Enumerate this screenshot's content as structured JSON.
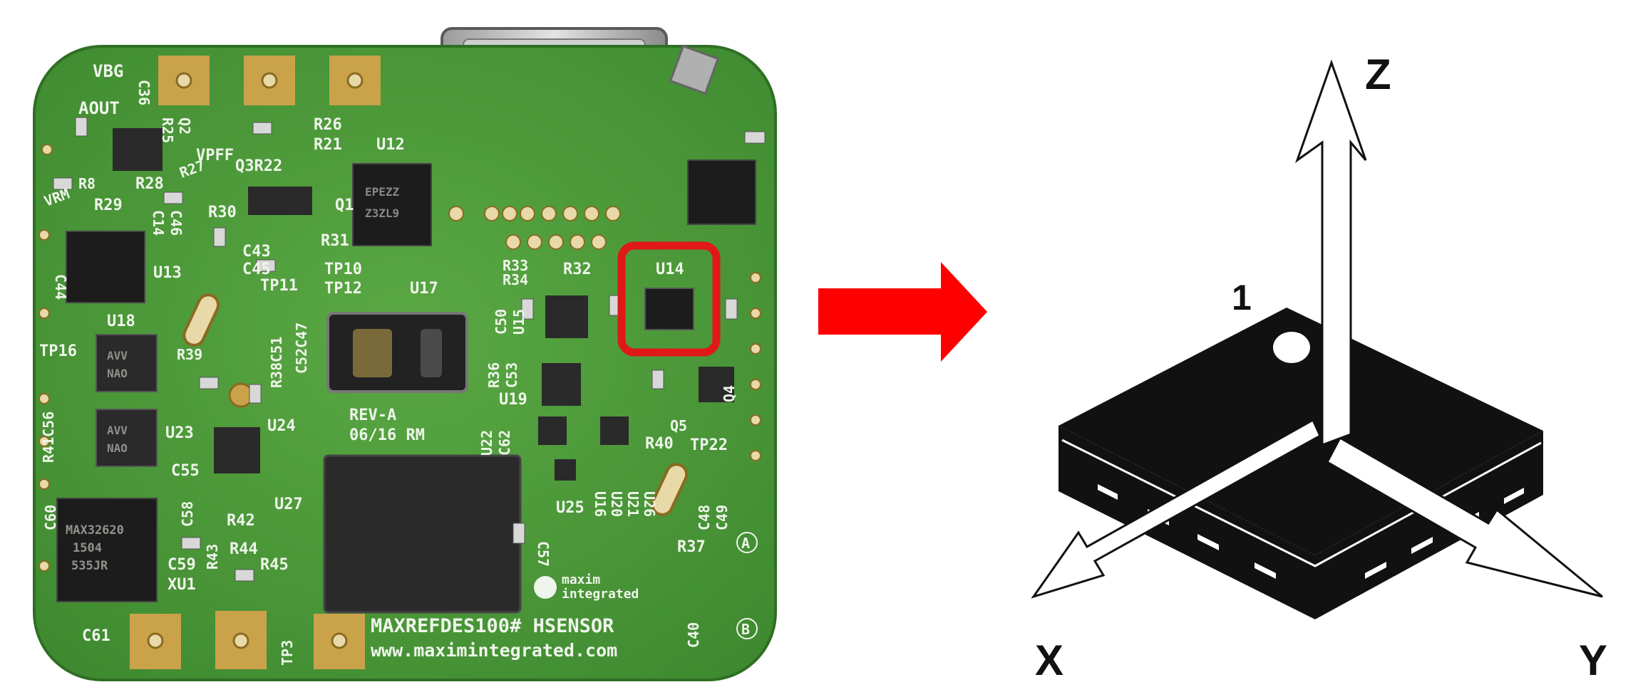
{
  "colors": {
    "background": "#ffffff",
    "pcb_green": "#4f9a3c",
    "pcb_dark_green": "#2f6f24",
    "silkscreen": "#eef5ea",
    "copper_pad": "#c9a24a",
    "chip_black": "#1c1c1c",
    "highlight_red": "#e01818",
    "arrow_red": "#ff0000",
    "package_black": "#111111"
  },
  "board": {
    "labels": {
      "vbg": "VBG",
      "aout": "AOUT",
      "vpff": "VPFF",
      "vrm": "VRM",
      "c36": "C36",
      "r25": "R25",
      "q2": "Q2",
      "r26": "R26",
      "r21": "R21",
      "u12": "U12",
      "q3r22": "Q3R22",
      "q1": "Q1",
      "r27": "R27",
      "r28": "R28",
      "r29": "R29",
      "r8": "R8",
      "r30": "R30",
      "c14": "C14",
      "c46": "C46",
      "c43": "C43",
      "c45": "C45",
      "r31": "R31",
      "tp10": "TP10",
      "tp11": "TP11",
      "tp12": "TP12",
      "u17": "U17",
      "u13": "U13",
      "c44": "C44",
      "u18": "U18",
      "tp16": "TP16",
      "r39": "R39",
      "r41c56": "R41C56",
      "u23": "U23",
      "u24": "U24",
      "c55": "C55",
      "r33": "R33",
      "r34": "R34",
      "r32": "R32",
      "u14": "U14",
      "c50": "C50",
      "u15": "U15",
      "r36": "R36",
      "c53": "C53",
      "u19": "U19",
      "r38c51": "R38C51",
      "c52c47": "C52C47",
      "rev": "REV-A",
      "date": "06/16 RM",
      "u22": "U22",
      "c62": "C62",
      "r40": "R40",
      "tp22": "TP22",
      "q4": "Q4",
      "q5": "Q5",
      "u16": "U16",
      "u20": "U20",
      "u21": "U21",
      "u26": "U26",
      "u25": "U25",
      "u27": "U27",
      "c57": "C57",
      "c58": "C58",
      "r42": "R42",
      "r43": "R43",
      "r44": "R44",
      "c59": "C59",
      "xu1": "XU1",
      "r45": "R45",
      "c60": "C60",
      "c61": "C61",
      "tp3": "TP3",
      "r37": "R37",
      "c48": "C48",
      "c49": "C49",
      "c40": "C40",
      "mark_a": "A",
      "mark_b": "B",
      "brand_1": "maxim",
      "brand_2": "integrated",
      "product": "MAXREFDES100# HSENSOR",
      "url": "www.maximintegrated.com",
      "chip_xu1_1": "MAX32620",
      "chip_xu1_2": "1504",
      "chip_xu1_3": "535JR",
      "chip_u12_1": "EPEZZ",
      "chip_u12_2": "Z3ZL9",
      "chip_nav_1": "AVV",
      "chip_nav_2": "NAO"
    }
  },
  "diagram": {
    "pin_label": "1",
    "axis_x": "X",
    "axis_y": "Y",
    "axis_z": "Z"
  }
}
